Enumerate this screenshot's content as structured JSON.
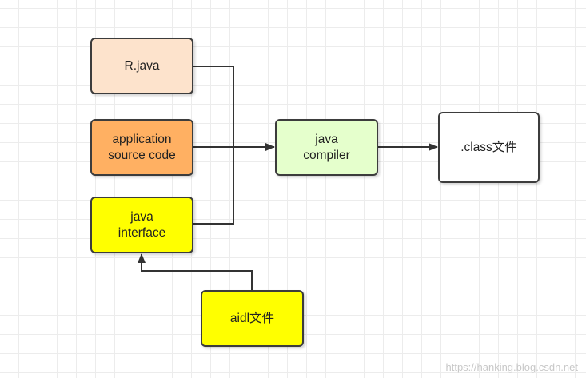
{
  "nodes": {
    "rjava": {
      "label": "R.java",
      "fill": "#fde3cc"
    },
    "appsrc": {
      "label": "application\nsource code",
      "fill": "#ffb062"
    },
    "iface": {
      "label": "java\ninterface",
      "fill": "#ffff00"
    },
    "compiler": {
      "label": "java\ncompiler",
      "fill": "#e5ffcc"
    },
    "classfile": {
      "label": ".class文件",
      "fill": "#ffffff"
    },
    "aidl": {
      "label": "aidl文件",
      "fill": "#ffff00"
    }
  },
  "colors": {
    "edge": "#333333",
    "border": "#3c3c3c",
    "grid": "#ececec"
  },
  "watermark": "https://hanking.blog.csdn.net"
}
